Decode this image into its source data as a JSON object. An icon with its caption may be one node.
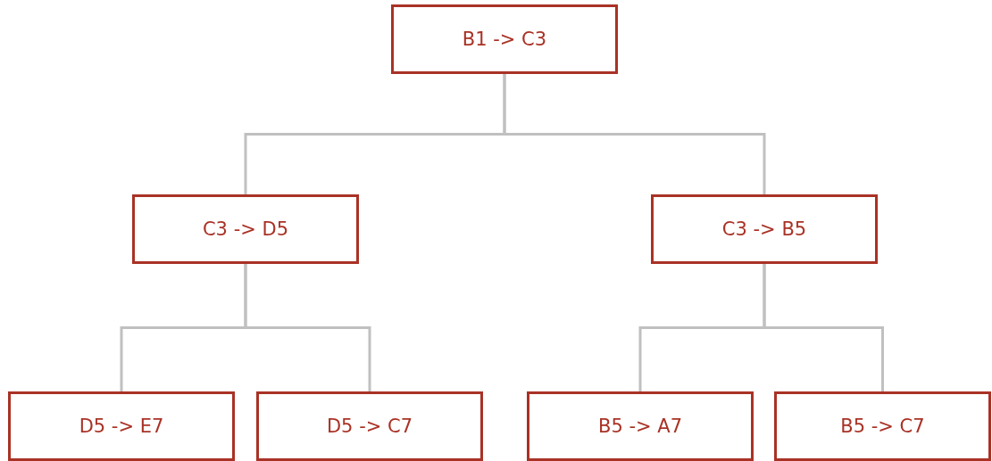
{
  "diagram": {
    "nodes": [
      {
        "text": [
          "B1 -> C3"
        ]
      },
      {
        "text": [
          "C3 -> D5"
        ]
      },
      {
        "text": [
          "C3 -> B5"
        ]
      },
      {
        "text": [
          "D5 -> E7"
        ]
      },
      {
        "text": [
          "D5 -> C7"
        ]
      },
      {
        "text": [
          "B5 -> A7"
        ]
      },
      {
        "text": [
          "B5 -> C7"
        ]
      }
    ],
    "edges": [
      {
        "from": 0,
        "to": 1,
        "arrow": "none"
      },
      {
        "from": 0,
        "to": 2,
        "arrow": "none"
      },
      {
        "from": 1,
        "to": 3,
        "arrow": "none"
      },
      {
        "from": 1,
        "to": 4,
        "arrow": "none"
      },
      {
        "from": 2,
        "to": 5,
        "arrow": "none"
      },
      {
        "from": 2,
        "to": 6,
        "arrow": "none"
      }
    ]
  }
}
